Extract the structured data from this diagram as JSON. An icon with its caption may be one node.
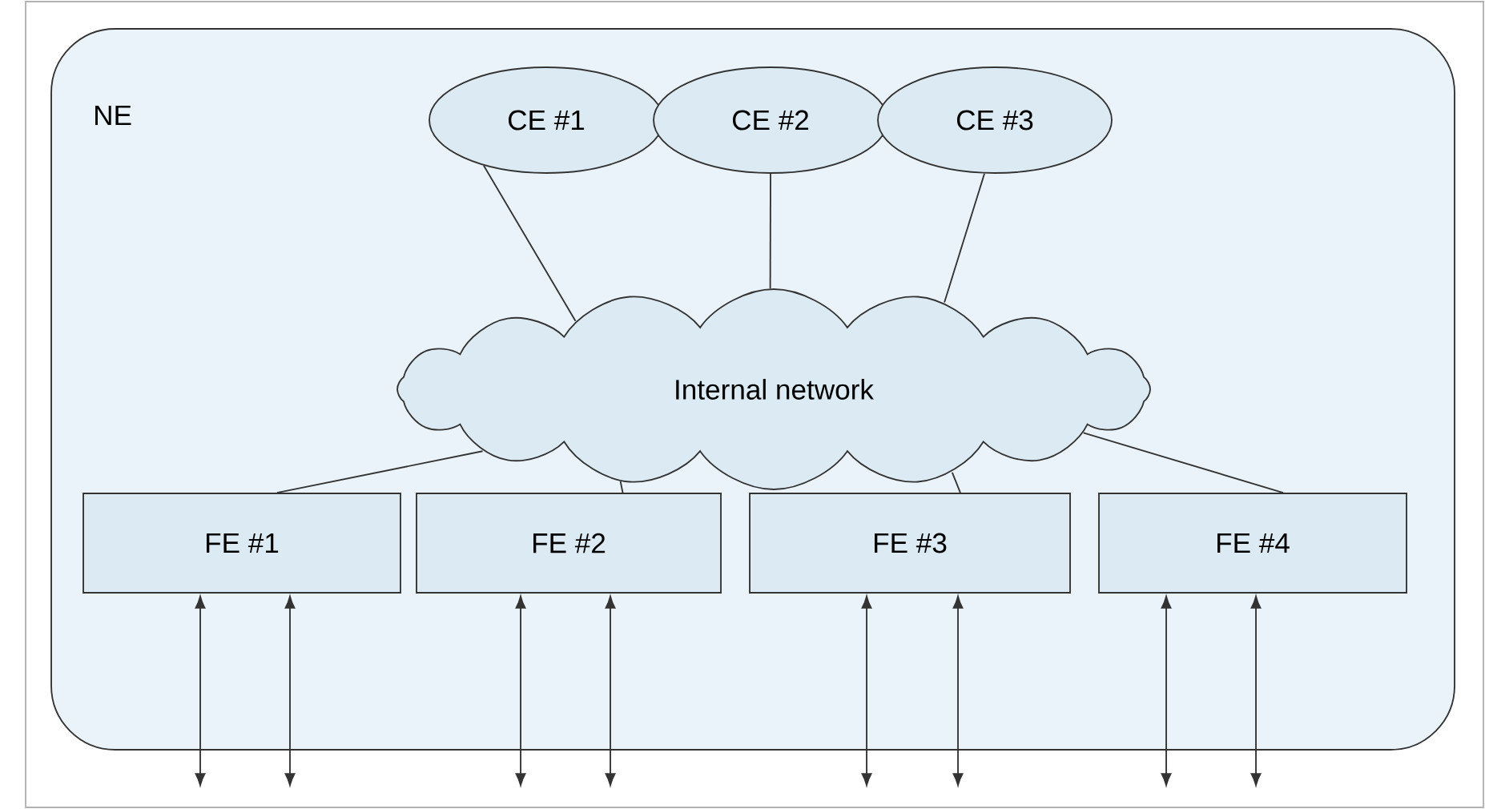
{
  "diagram": {
    "nodes": [
      {
        "text": [
          "NE"
        ]
      },
      {
        "text": [
          "CE #1"
        ],
        "in": 0
      },
      {
        "text": [
          "CE #2"
        ],
        "in": 0
      },
      {
        "text": [
          "CE #3"
        ],
        "in": 0
      },
      {
        "text": [
          "Internal network"
        ],
        "in": 0
      },
      {
        "text": [
          "FE #1"
        ],
        "in": 0
      },
      {
        "text": [
          "FE #2"
        ],
        "in": 0
      },
      {
        "text": [
          "FE #3"
        ],
        "in": 0
      },
      {
        "text": [
          "FE #4"
        ],
        "in": 0
      }
    ],
    "edges": [
      {
        "from": 1,
        "to": 4,
        "arrow": "none"
      },
      {
        "from": 2,
        "to": 4,
        "arrow": "none"
      },
      {
        "from": 3,
        "to": 4,
        "arrow": "none"
      },
      {
        "from": 4,
        "to": 5,
        "arrow": "none"
      },
      {
        "from": 4,
        "to": 6,
        "arrow": "none"
      },
      {
        "from": 4,
        "to": 7,
        "arrow": "none"
      },
      {
        "from": 4,
        "to": 8,
        "arrow": "none"
      },
      {
        "from": 5,
        "to": null,
        "arrow": "both"
      },
      {
        "from": 5,
        "to": null,
        "arrow": "both"
      },
      {
        "from": 6,
        "to": null,
        "arrow": "both"
      },
      {
        "from": 6,
        "to": null,
        "arrow": "both"
      },
      {
        "from": 7,
        "to": null,
        "arrow": "both"
      },
      {
        "from": 7,
        "to": null,
        "arrow": "both"
      },
      {
        "from": 8,
        "to": null,
        "arrow": "both"
      },
      {
        "from": 8,
        "to": null,
        "arrow": "both"
      }
    ]
  }
}
